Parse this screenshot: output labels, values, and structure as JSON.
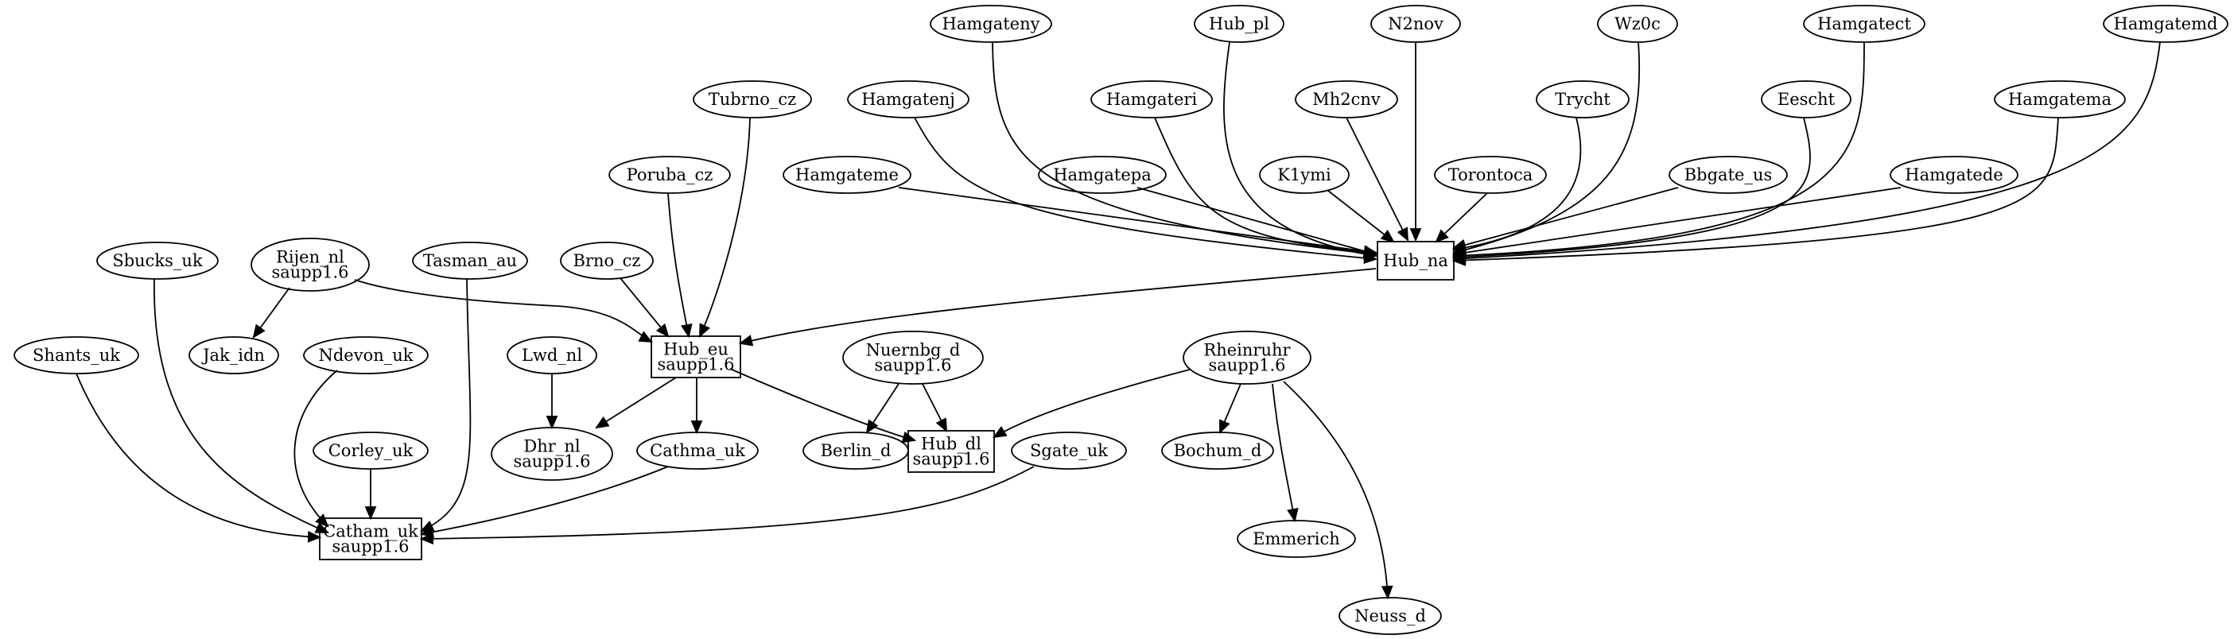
{
  "graph": {
    "nodes": [
      {
        "id": "hamgateny",
        "lines": [
          "Hamgateny"
        ],
        "shape": "ellipse"
      },
      {
        "id": "hub_pl",
        "lines": [
          "Hub_pl"
        ],
        "shape": "ellipse"
      },
      {
        "id": "n2nov",
        "lines": [
          "N2nov"
        ],
        "shape": "ellipse"
      },
      {
        "id": "wz0c",
        "lines": [
          "Wz0c"
        ],
        "shape": "ellipse"
      },
      {
        "id": "hamgatect",
        "lines": [
          "Hamgatect"
        ],
        "shape": "ellipse"
      },
      {
        "id": "hamgatemd",
        "lines": [
          "Hamgatemd"
        ],
        "shape": "ellipse"
      },
      {
        "id": "tubrno_cz",
        "lines": [
          "Tubrno_cz"
        ],
        "shape": "ellipse"
      },
      {
        "id": "hamgatenj",
        "lines": [
          "Hamgatenj"
        ],
        "shape": "ellipse"
      },
      {
        "id": "hamgateri",
        "lines": [
          "Hamgateri"
        ],
        "shape": "ellipse"
      },
      {
        "id": "mh2cnv",
        "lines": [
          "Mh2cnv"
        ],
        "shape": "ellipse"
      },
      {
        "id": "trycht",
        "lines": [
          "Trycht"
        ],
        "shape": "ellipse"
      },
      {
        "id": "eescht",
        "lines": [
          "Eescht"
        ],
        "shape": "ellipse"
      },
      {
        "id": "hamgatema",
        "lines": [
          "Hamgatema"
        ],
        "shape": "ellipse"
      },
      {
        "id": "poruba_cz",
        "lines": [
          "Poruba_cz"
        ],
        "shape": "ellipse"
      },
      {
        "id": "hamgateme",
        "lines": [
          "Hamgateme"
        ],
        "shape": "ellipse"
      },
      {
        "id": "hamgatepa",
        "lines": [
          "Hamgatepa"
        ],
        "shape": "ellipse"
      },
      {
        "id": "k1ymi",
        "lines": [
          "K1ymi"
        ],
        "shape": "ellipse"
      },
      {
        "id": "torontoca",
        "lines": [
          "Torontoca"
        ],
        "shape": "ellipse"
      },
      {
        "id": "bbgate_us",
        "lines": [
          "Bbgate_us"
        ],
        "shape": "ellipse"
      },
      {
        "id": "hamgatede",
        "lines": [
          "Hamgatede"
        ],
        "shape": "ellipse"
      },
      {
        "id": "sbucks_uk",
        "lines": [
          "Sbucks_uk"
        ],
        "shape": "ellipse"
      },
      {
        "id": "rijen_nl",
        "lines": [
          "Rijen_nl",
          "saupp1.6"
        ],
        "shape": "ellipse"
      },
      {
        "id": "tasman_au",
        "lines": [
          "Tasman_au"
        ],
        "shape": "ellipse"
      },
      {
        "id": "brno_cz",
        "lines": [
          "Brno_cz"
        ],
        "shape": "ellipse"
      },
      {
        "id": "hub_na",
        "lines": [
          "Hub_na"
        ],
        "shape": "box"
      },
      {
        "id": "shants_uk",
        "lines": [
          "Shants_uk"
        ],
        "shape": "ellipse"
      },
      {
        "id": "jak_idn",
        "lines": [
          "Jak_idn"
        ],
        "shape": "ellipse"
      },
      {
        "id": "ndevon_uk",
        "lines": [
          "Ndevon_uk"
        ],
        "shape": "ellipse"
      },
      {
        "id": "lwd_nl",
        "lines": [
          "Lwd_nl"
        ],
        "shape": "ellipse"
      },
      {
        "id": "hub_eu",
        "lines": [
          "Hub_eu",
          "saupp1.6"
        ],
        "shape": "box"
      },
      {
        "id": "nuernbg_d",
        "lines": [
          "Nuernbg_d",
          "saupp1.6"
        ],
        "shape": "ellipse"
      },
      {
        "id": "rheinruhr",
        "lines": [
          "Rheinruhr",
          "saupp1.6"
        ],
        "shape": "ellipse"
      },
      {
        "id": "corley_uk",
        "lines": [
          "Corley_uk"
        ],
        "shape": "ellipse"
      },
      {
        "id": "dhr_nl",
        "lines": [
          "Dhr_nl",
          "saupp1.6"
        ],
        "shape": "ellipse"
      },
      {
        "id": "cathma_uk",
        "lines": [
          "Cathma_uk"
        ],
        "shape": "ellipse"
      },
      {
        "id": "berlin_d",
        "lines": [
          "Berlin_d"
        ],
        "shape": "ellipse"
      },
      {
        "id": "hub_dl",
        "lines": [
          "Hub_dl",
          "saupp1.6"
        ],
        "shape": "box"
      },
      {
        "id": "sgate_uk",
        "lines": [
          "Sgate_uk"
        ],
        "shape": "ellipse"
      },
      {
        "id": "bochum_d",
        "lines": [
          "Bochum_d"
        ],
        "shape": "ellipse"
      },
      {
        "id": "catham_uk",
        "lines": [
          "Catham_uk",
          "saupp1.6"
        ],
        "shape": "box"
      },
      {
        "id": "emmerich",
        "lines": [
          "Emmerich"
        ],
        "shape": "ellipse"
      },
      {
        "id": "neuss_d",
        "lines": [
          "Neuss_d"
        ],
        "shape": "ellipse"
      }
    ],
    "edges": [
      {
        "from": "hamgateny",
        "to": "hub_na"
      },
      {
        "from": "hub_pl",
        "to": "hub_na"
      },
      {
        "from": "n2nov",
        "to": "hub_na"
      },
      {
        "from": "wz0c",
        "to": "hub_na"
      },
      {
        "from": "hamgatect",
        "to": "hub_na"
      },
      {
        "from": "hamgatemd",
        "to": "hub_na"
      },
      {
        "from": "hamgatenj",
        "to": "hub_na"
      },
      {
        "from": "hamgateri",
        "to": "hub_na"
      },
      {
        "from": "mh2cnv",
        "to": "hub_na"
      },
      {
        "from": "trycht",
        "to": "hub_na"
      },
      {
        "from": "eescht",
        "to": "hub_na"
      },
      {
        "from": "hamgatema",
        "to": "hub_na"
      },
      {
        "from": "hamgateme",
        "to": "hub_na"
      },
      {
        "from": "hamgatepa",
        "to": "hub_na"
      },
      {
        "from": "k1ymi",
        "to": "hub_na"
      },
      {
        "from": "torontoca",
        "to": "hub_na"
      },
      {
        "from": "bbgate_us",
        "to": "hub_na"
      },
      {
        "from": "hamgatede",
        "to": "hub_na"
      },
      {
        "from": "hub_na",
        "to": "hub_eu"
      },
      {
        "from": "tubrno_cz",
        "to": "hub_eu"
      },
      {
        "from": "poruba_cz",
        "to": "hub_eu"
      },
      {
        "from": "brno_cz",
        "to": "hub_eu"
      },
      {
        "from": "rijen_nl",
        "to": "hub_eu"
      },
      {
        "from": "rijen_nl",
        "to": "jak_idn"
      },
      {
        "from": "hub_eu",
        "to": "dhr_nl"
      },
      {
        "from": "lwd_nl",
        "to": "dhr_nl"
      },
      {
        "from": "hub_eu",
        "to": "cathma_uk"
      },
      {
        "from": "hub_eu",
        "to": "hub_dl"
      },
      {
        "from": "nuernbg_d",
        "to": "berlin_d"
      },
      {
        "from": "nuernbg_d",
        "to": "hub_dl"
      },
      {
        "from": "rheinruhr",
        "to": "hub_dl"
      },
      {
        "from": "rheinruhr",
        "to": "bochum_d"
      },
      {
        "from": "rheinruhr",
        "to": "emmerich"
      },
      {
        "from": "rheinruhr",
        "to": "neuss_d"
      },
      {
        "from": "shants_uk",
        "to": "catham_uk"
      },
      {
        "from": "sbucks_uk",
        "to": "catham_uk"
      },
      {
        "from": "ndevon_uk",
        "to": "catham_uk"
      },
      {
        "from": "corley_uk",
        "to": "catham_uk"
      },
      {
        "from": "tasman_au",
        "to": "catham_uk"
      },
      {
        "from": "cathma_uk",
        "to": "catham_uk"
      },
      {
        "from": "sgate_uk",
        "to": "catham_uk"
      }
    ]
  }
}
